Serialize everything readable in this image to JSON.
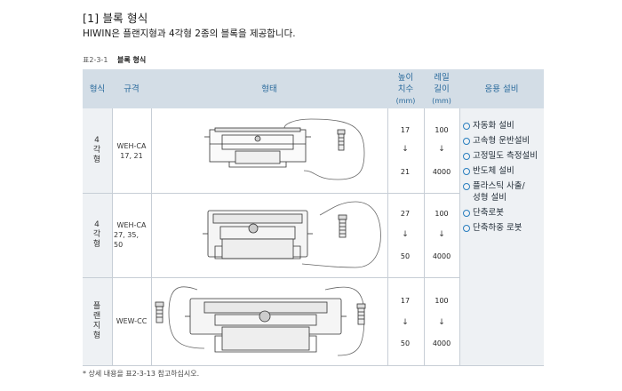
{
  "heading": "[1] 블록 형식",
  "intro": "HIWIN은 플랜지형과 4각형 2종의 블록을 제공합니다.",
  "caption": {
    "code": "표2-3-1",
    "title": "블록 형식"
  },
  "table": {
    "headers": {
      "type": "형식",
      "spec": "규격",
      "shape": "형태",
      "height": [
        "높이",
        "치수"
      ],
      "height_unit": "(mm)",
      "rail": [
        "레일",
        "길이"
      ],
      "rail_unit": "(mm)",
      "apps": "응용 설비"
    },
    "rows": [
      {
        "type": [
          "4",
          "각",
          "형"
        ],
        "spec": [
          "WEH-CA",
          "17, 21"
        ],
        "h_top": "17",
        "h_bot": "21",
        "r_top": "100",
        "r_bot": "4000"
      },
      {
        "type": [
          "4",
          "각",
          "형"
        ],
        "spec": [
          "WEH-CA",
          "27, 35, 50"
        ],
        "h_top": "27",
        "h_bot": "50",
        "r_top": "100",
        "r_bot": "4000"
      },
      {
        "type": [
          "플",
          "랜",
          "지",
          "형"
        ],
        "spec": [
          "WEW-CC"
        ],
        "h_top": "17",
        "h_bot": "50",
        "r_top": "100",
        "r_bot": "4000"
      }
    ],
    "arrow": "↓",
    "applications": [
      "자동화 설비",
      "고속형 운반설비",
      "고정밀도 측정설비",
      "반도체 설비",
      "플라스틱 사출/",
      "성형 설비",
      "단축로봇",
      "단축하중 로봇"
    ]
  },
  "footnote": "* 상세 내용을 표2-3-13 참고하십시오.",
  "colors": {
    "header_bg": "#d3dde6",
    "header_text": "#2a6a9c",
    "bullet": "#2a7fbf"
  }
}
